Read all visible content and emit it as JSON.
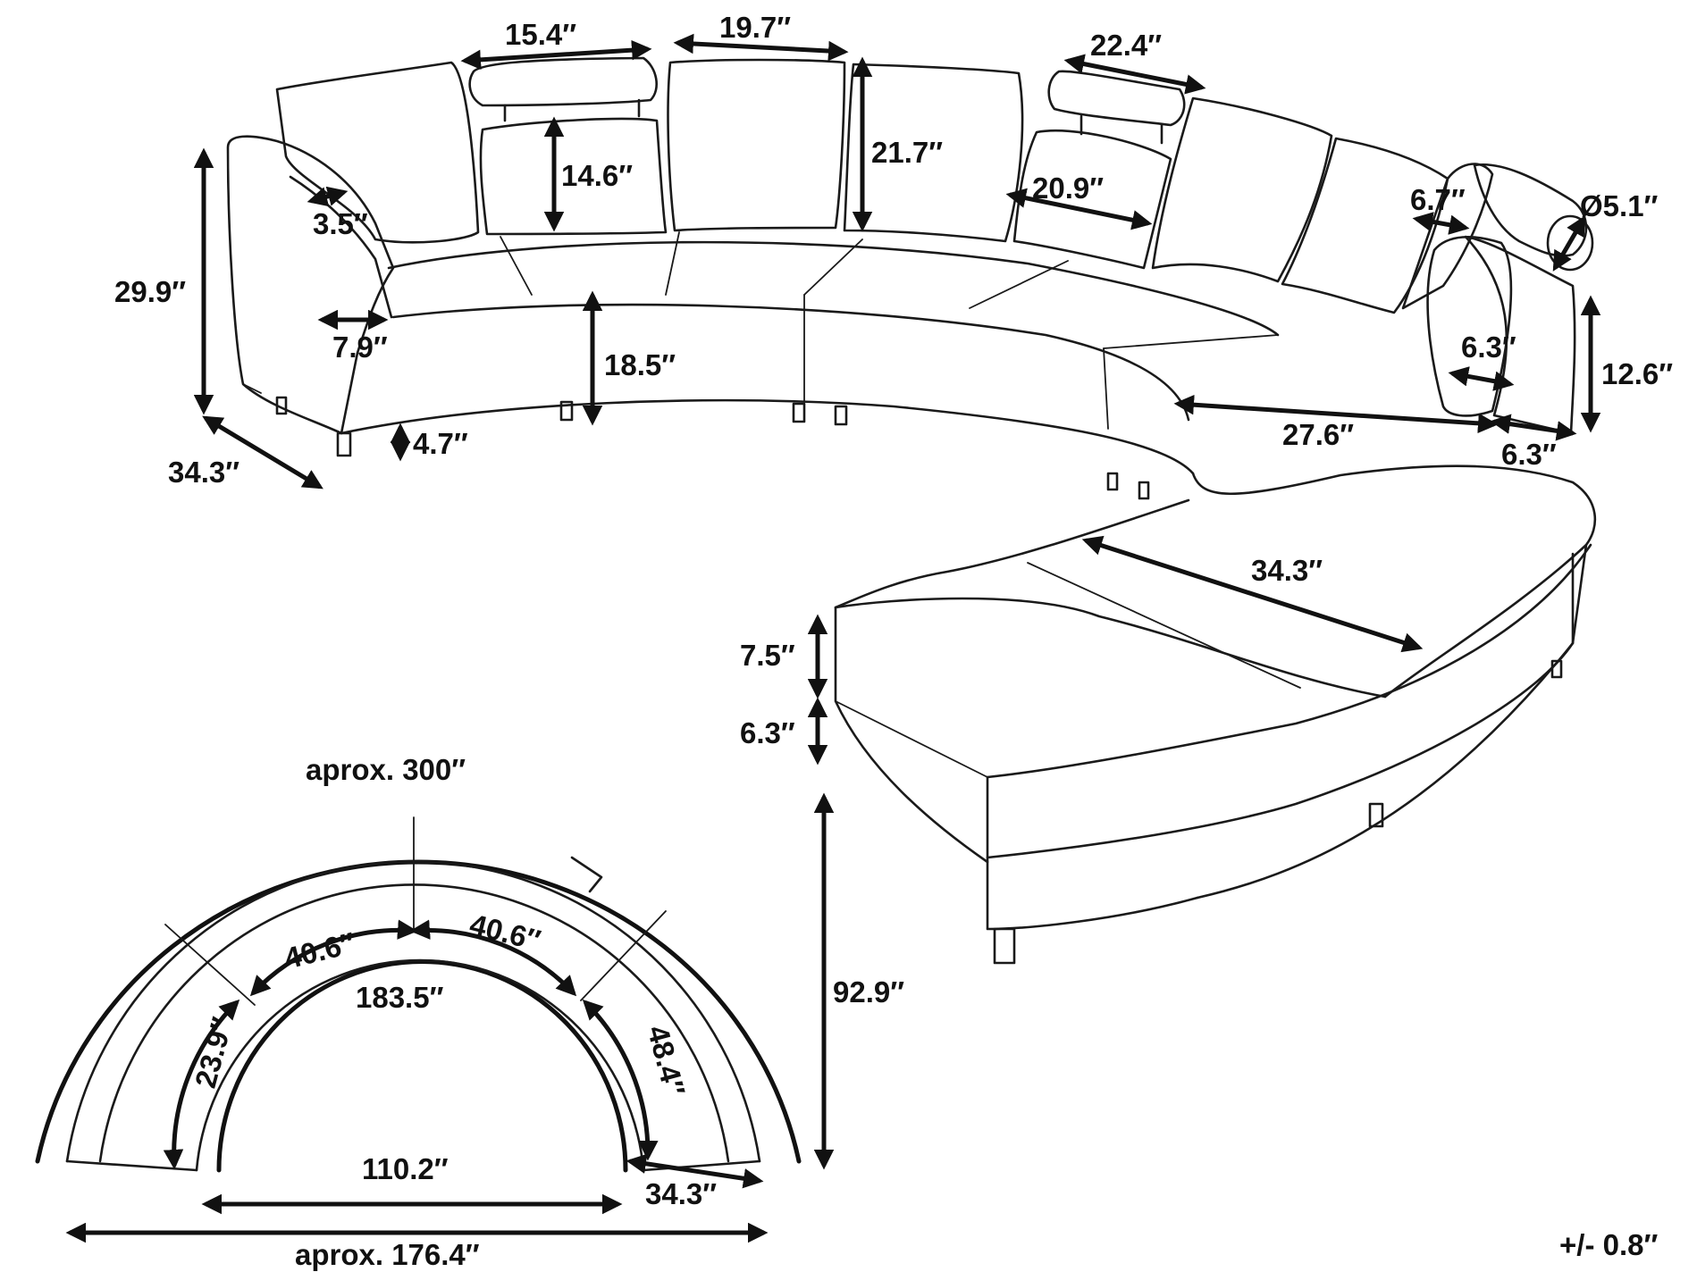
{
  "colors": {
    "line": "#1a1a1a",
    "background": "#ffffff"
  },
  "labels": {
    "armrest_width": "15.4″",
    "back_cushion_width": "19.7″",
    "corner_headrest_width": "22.4″",
    "headrest_height": "14.6″",
    "back_height": "21.7″",
    "corner_cushion_width": "20.9″",
    "headrest_depth": "6.7″",
    "headrest_diameter": "Ø5.1″",
    "arm_top": "3.5″",
    "total_height": "29.9″",
    "arm_inner": "7.9″",
    "seat_height": "18.5″",
    "leg_height": "4.7″",
    "depth": "34.3″",
    "end_arm_depth": "6.3″",
    "end_arm_height": "12.6″",
    "seat_length": "27.6″",
    "end_arm_width": "6.3″",
    "chaise_depth": "34.3″",
    "cushion_height": "7.5″",
    "base_height": "6.3″",
    "overall_depth": "92.9″",
    "outer_arc": "aprox. 300″",
    "inner_arc_left": "40.6″",
    "inner_arc_right": "40.6″",
    "inner_arc_total": "183.5″",
    "left_segment": "23.9″",
    "right_segment": "48.4″",
    "inner_span": "110.2″",
    "end_depth": "34.3″",
    "overall_width": "aprox. 176.4″",
    "tolerance": "+/- 0.8″"
  }
}
